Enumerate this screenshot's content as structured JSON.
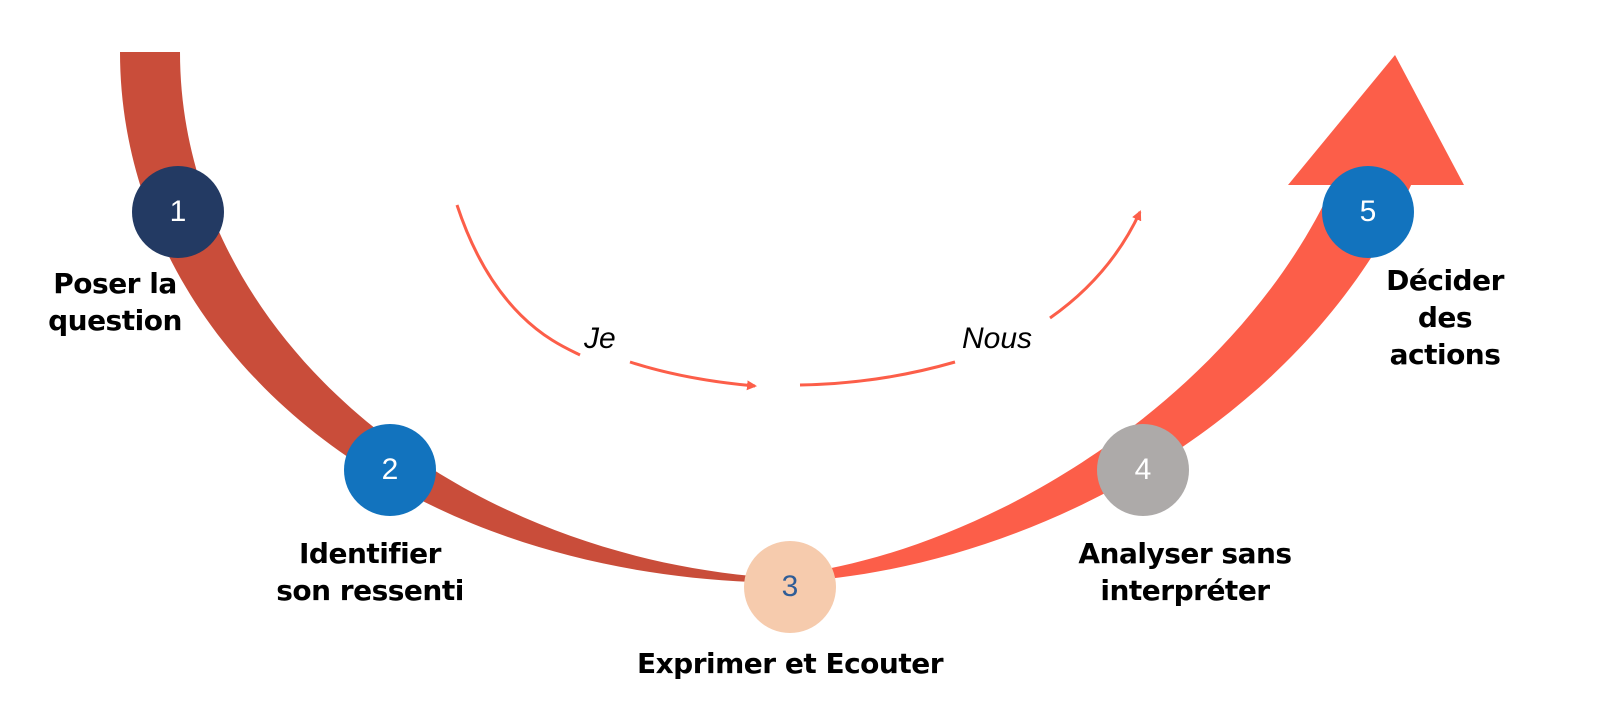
{
  "colors": {
    "left_band": "#C94D3A",
    "right_band": "#FC5E49",
    "step1": "#233A63",
    "step2": "#1273BE",
    "step3": "#F6CBAD",
    "step3_text": "#2F5D97",
    "step4": "#ADAAA9",
    "step5": "#1273BE"
  },
  "steps": [
    {
      "number": "1",
      "label_lines": [
        "Poser la",
        "question"
      ]
    },
    {
      "number": "2",
      "label_lines": [
        "Identifier",
        "son ressenti"
      ]
    },
    {
      "number": "3",
      "label_lines": [
        "Exprimer et Ecouter"
      ]
    },
    {
      "number": "4",
      "label_lines": [
        "Analyser sans",
        "interpréter"
      ]
    },
    {
      "number": "5",
      "label_lines": [
        "Décider",
        "des",
        "actions"
      ]
    }
  ],
  "arrows": {
    "left": "Je",
    "right": "Nous"
  }
}
